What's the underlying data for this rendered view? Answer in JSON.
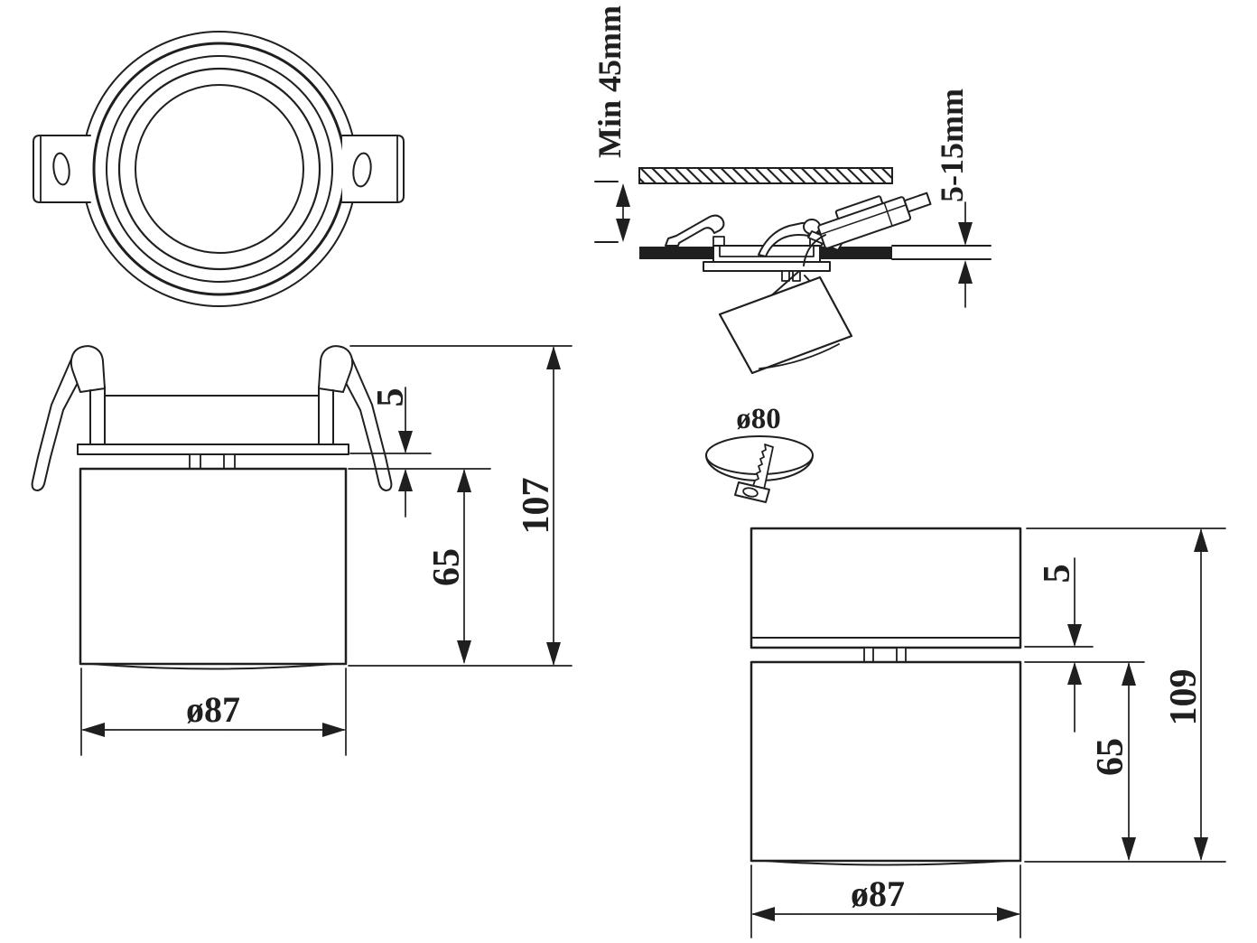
{
  "colors": {
    "ink": "#1f1f1f",
    "paper": "#ffffff"
  },
  "drawing": {
    "side_view": {
      "dim_gap": "5",
      "dim_body": "65",
      "dim_overall": "107",
      "dim_diameter": "ø87"
    },
    "install_view": {
      "dim_min_depth": "Min 45mm",
      "dim_ceiling": "5-15mm"
    },
    "cutout_view": {
      "dim_hole": "ø80"
    },
    "surface_view": {
      "dim_gap": "5",
      "dim_body": "65",
      "dim_overall": "109",
      "dim_diameter": "ø87"
    }
  }
}
